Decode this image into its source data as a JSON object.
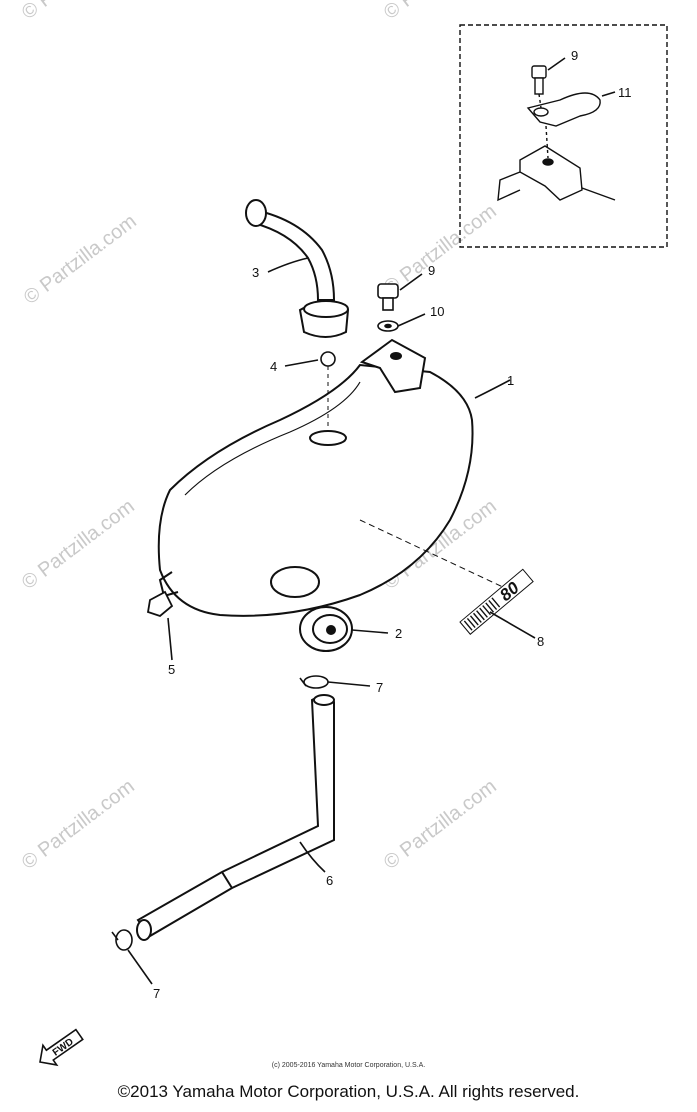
{
  "watermark": "© Partzilla.com",
  "callouts": {
    "c1": "1",
    "c2": "2",
    "c3": "3",
    "c4": "4",
    "c5": "5",
    "c6": "6",
    "c7a": "7",
    "c7b": "7",
    "c8": "8",
    "c9a": "9",
    "c9b": "9",
    "c10": "10",
    "c11": "11"
  },
  "badge_text": "80",
  "fwd_label": "FWD",
  "copyright_small": "(c) 2005-2016 Yamaha Motor Corporation, U.S.A.",
  "copyright_main": "©2013 Yamaha Motor Corporation, U.S.A. All rights reserved."
}
